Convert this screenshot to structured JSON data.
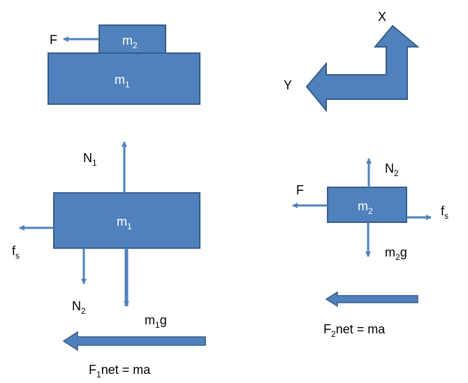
{
  "colors": {
    "fill": "#4F81BD",
    "stroke": "#385D8A",
    "text_on_fill": "#ffffff"
  },
  "top": {
    "force_label": "F",
    "small_block": {
      "base": "m",
      "sub": "2"
    },
    "large_block": {
      "base": "m",
      "sub": "1"
    }
  },
  "axes": {
    "x_label": "X",
    "y_label": "Y"
  },
  "fbd1": {
    "block": {
      "base": "m",
      "sub": "1"
    },
    "normal_up": {
      "base": "N",
      "sub": "1"
    },
    "friction": {
      "base": "f",
      "sub": "s"
    },
    "normal_down": {
      "base": "N",
      "sub": "2"
    },
    "weight": {
      "base": "m",
      "sub": "1",
      "tail": "g"
    },
    "equation": {
      "base": "F",
      "sub": "1",
      "tail": "net = ma"
    }
  },
  "fbd2": {
    "block": {
      "base": "m",
      "sub": "2"
    },
    "normal_up": {
      "base": "N",
      "sub": "2"
    },
    "applied_force": "F",
    "friction": {
      "base": "f",
      "sub": "s"
    },
    "weight": {
      "base": "m",
      "sub": "2",
      "tail": "g"
    },
    "equation": {
      "base": "F",
      "sub": "2",
      "tail": "net = ma"
    }
  }
}
